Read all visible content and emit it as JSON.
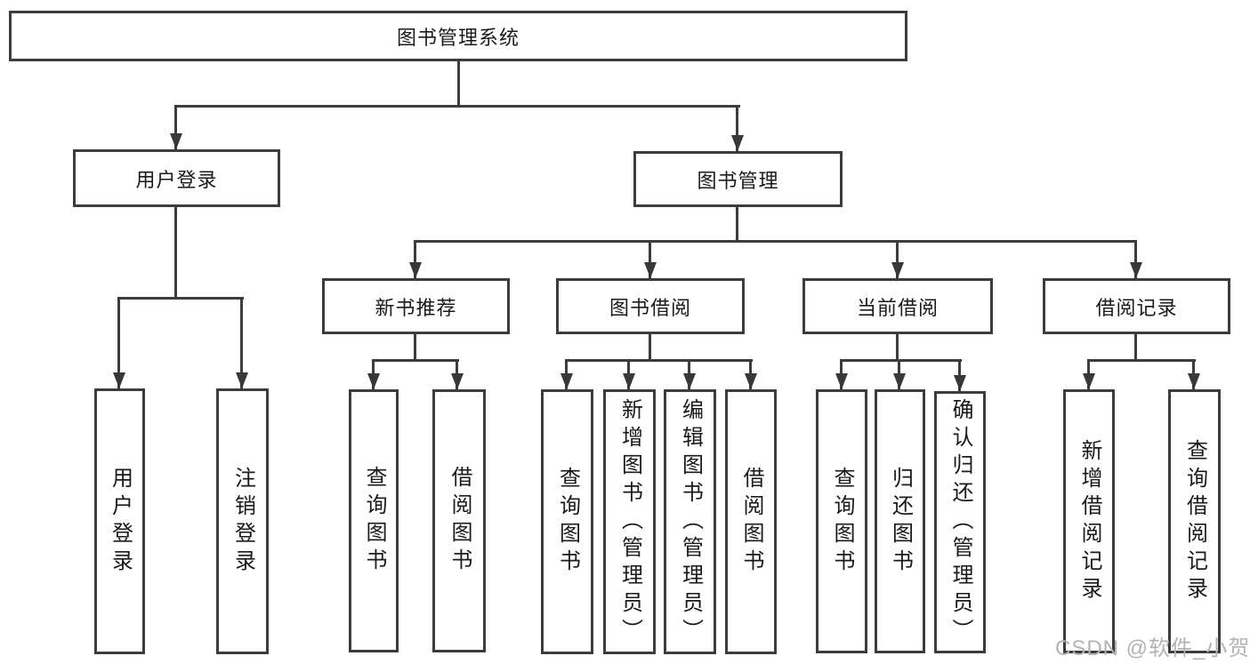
{
  "tree": {
    "root": "图书管理系统",
    "user_login": {
      "label": "用户登录",
      "children": [
        "用户登录",
        "注销登录"
      ]
    },
    "book_mgmt": {
      "label": "图书管理",
      "new_book": {
        "label": "新书推荐",
        "children": [
          "查询图书",
          "借阅图书"
        ]
      },
      "borrow": {
        "label": "图书借阅",
        "children": [
          "查询图书",
          "新增图书（管理员）",
          "编辑图书（管理员）",
          "借阅图书"
        ]
      },
      "current": {
        "label": "当前借阅",
        "children": [
          "查询图书",
          "归还图书",
          "确认归还（管理员）"
        ]
      },
      "records": {
        "label": "借阅记录",
        "children": [
          "新增借阅记录",
          "查询借阅记录"
        ]
      }
    }
  },
  "watermark": {
    "text": "CSDN @软件_小贺同学"
  },
  "colors": {
    "line": "#3c3c3c",
    "text": "#1a1a1a",
    "watermark": "#b3b3b3",
    "background": "#ffffff"
  }
}
